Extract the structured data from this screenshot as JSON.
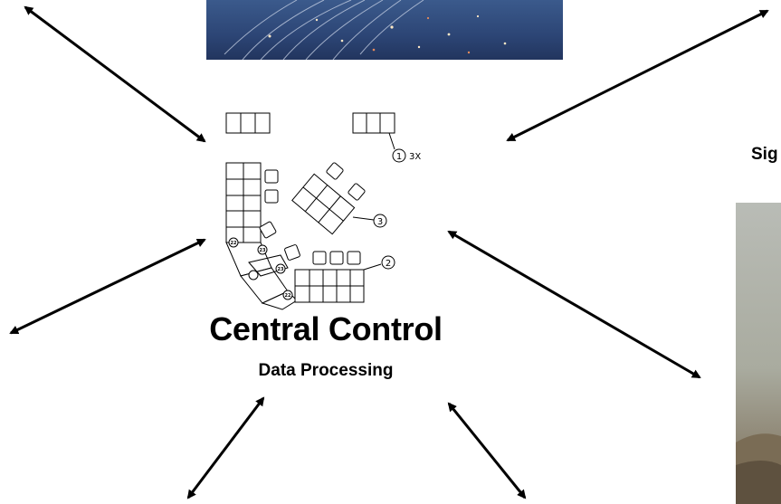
{
  "title": "Central Control",
  "subtitle": "Data Processing",
  "side_label": "Sig",
  "diagram": {
    "callouts": [
      "1",
      "2",
      "3"
    ],
    "callout_note": "3X",
    "seat_tags": [
      "22",
      "23",
      "23",
      "22"
    ]
  },
  "colors": {
    "arrow": "#000000",
    "photo_top": "#2c4575",
    "photo_right": "#a9ab9f"
  }
}
